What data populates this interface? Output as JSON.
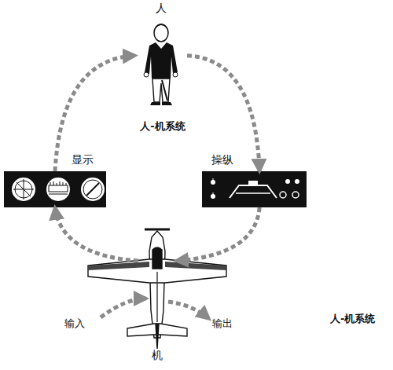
{
  "diagram": {
    "nodes": [
      {
        "text": [
          "人"
        ]
      },
      {
        "text": [
          "显示"
        ]
      },
      {
        "text": [
          "操纵"
        ]
      },
      {
        "text": [
          "机"
        ]
      }
    ],
    "edges": [
      {
        "from": 0,
        "to": 2,
        "arrow": "to"
      },
      {
        "from": 2,
        "to": 3,
        "arrow": "to"
      },
      {
        "from": 3,
        "to": 1,
        "arrow": "to"
      },
      {
        "from": 1,
        "to": 0,
        "arrow": "to"
      }
    ],
    "labels": [
      "人-机系统",
      "输入",
      "输出",
      "人-机系统"
    ]
  }
}
